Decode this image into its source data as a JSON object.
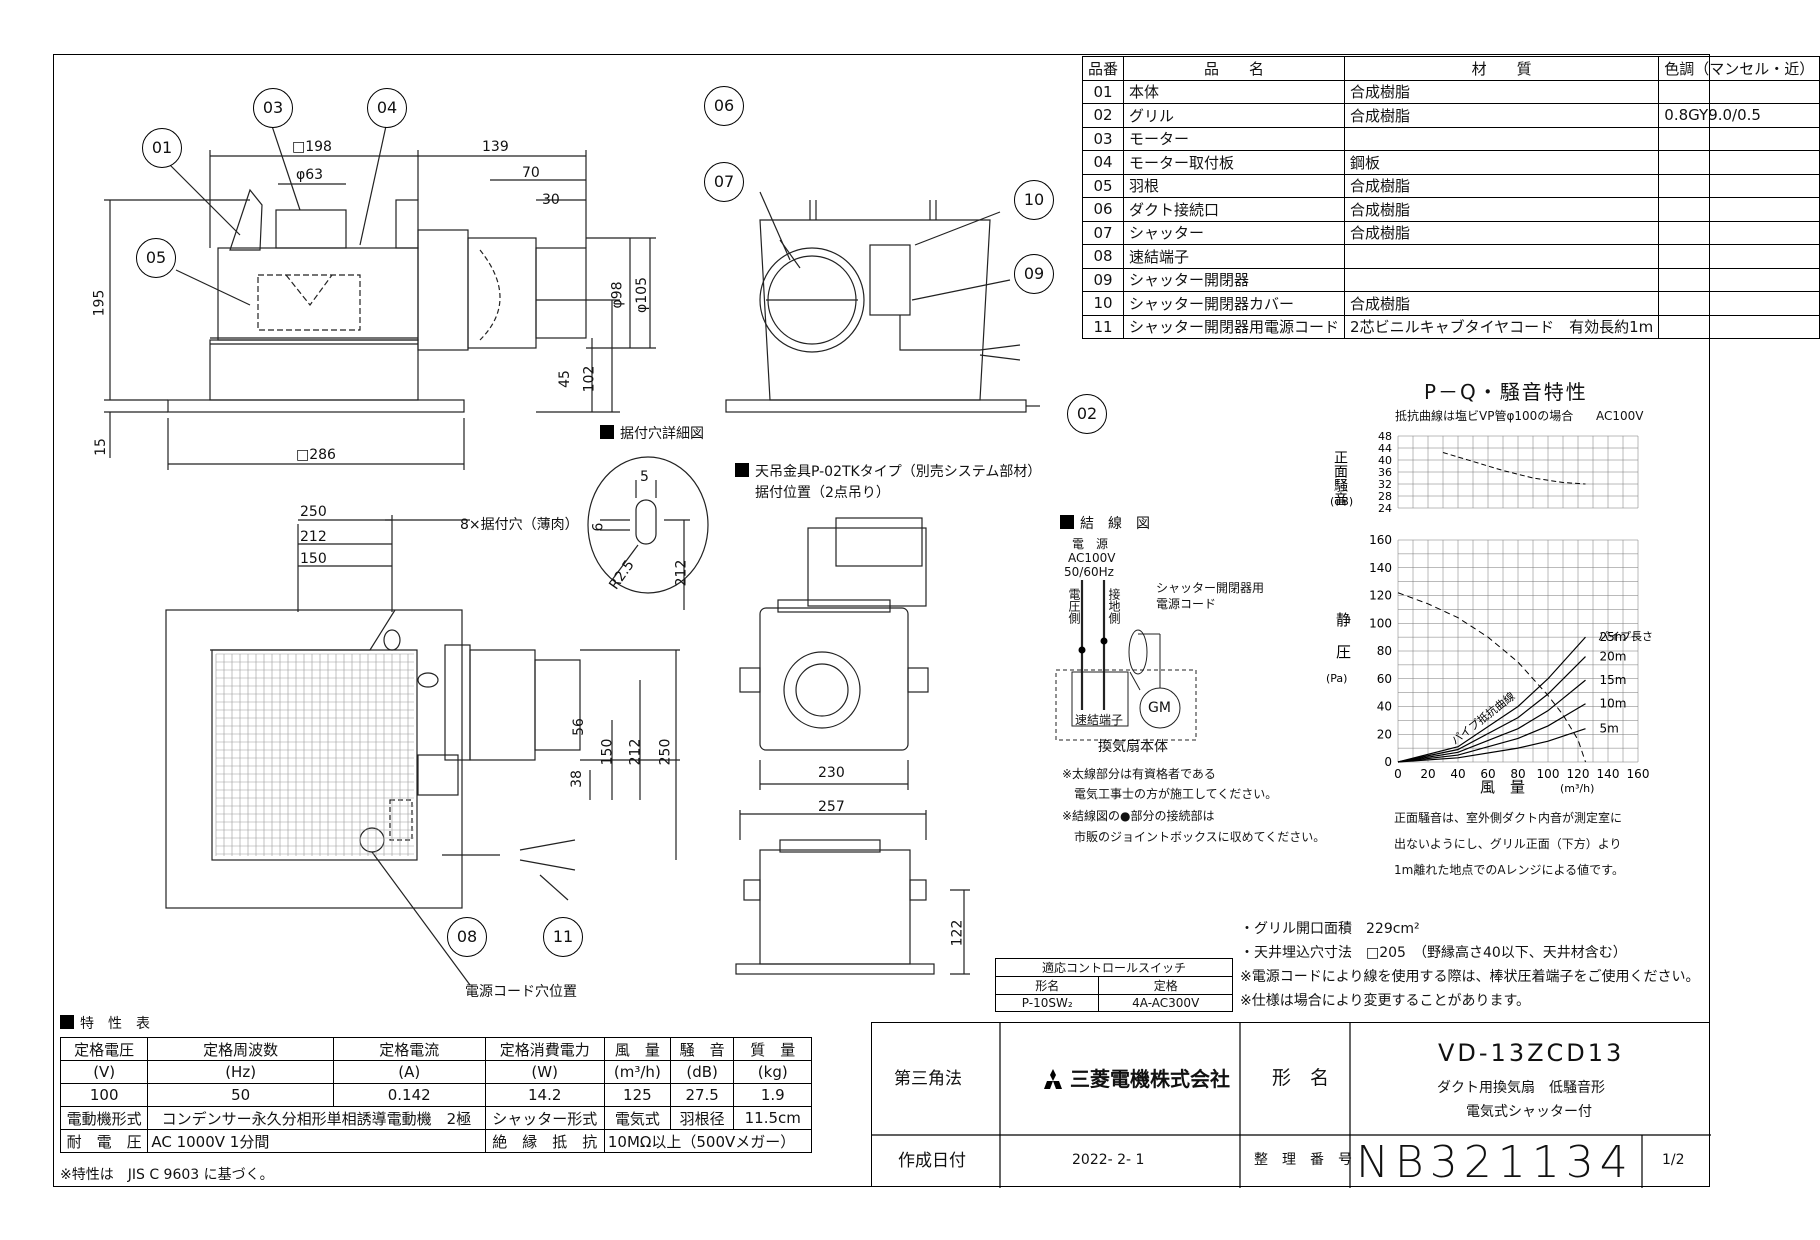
{
  "parts_table": {
    "headers": [
      "品番",
      "品　　名",
      "材　　質",
      "色調（マンセル・近）"
    ],
    "rows": [
      [
        "01",
        "本体",
        "合成樹脂",
        ""
      ],
      [
        "02",
        "グリル",
        "合成樹脂",
        "0.8GY9.0/0.5"
      ],
      [
        "03",
        "モーター",
        "",
        ""
      ],
      [
        "04",
        "モーター取付板",
        "鋼板",
        ""
      ],
      [
        "05",
        "羽根",
        "合成樹脂",
        ""
      ],
      [
        "06",
        "ダクト接続口",
        "合成樹脂",
        ""
      ],
      [
        "07",
        "シャッター",
        "合成樹脂",
        ""
      ],
      [
        "08",
        "速結端子",
        "",
        ""
      ],
      [
        "09",
        "シャッター開閉器",
        "",
        ""
      ],
      [
        "10",
        "シャッター開閉器カバー",
        "合成樹脂",
        ""
      ],
      [
        "11",
        "シャッター開閉器用電源コード",
        "2芯ビニルキャブタイヤコード　有効長約1m",
        ""
      ]
    ]
  },
  "bubbles": [
    "01",
    "02",
    "03",
    "04",
    "05",
    "06",
    "07",
    "08",
    "09",
    "10",
    "11"
  ],
  "dims_front": {
    "d198": "□198",
    "d63": "φ63",
    "d139": "139",
    "d70": "70",
    "d30": "30",
    "d195": "195",
    "d98": "φ98",
    "d105": "φ105",
    "d45": "45",
    "d102": "102",
    "d15": "15",
    "d286": "□286"
  },
  "dims_bottom": {
    "d250": "250",
    "d212": "212",
    "d150": "150",
    "holes": "8×据付穴（薄肉）",
    "v56": "56",
    "v150": "150",
    "v212": "212",
    "v250": "250",
    "v38": "38",
    "cord_hole": "電源コード穴位置"
  },
  "detail": {
    "title": "据付穴詳細図",
    "d5": "5",
    "d6": "6",
    "r": "R2.5",
    "d212": "212"
  },
  "hanger": {
    "title": "天吊金具P-02TKタイプ（別売システム部材）",
    "subtitle": "据付位置（2点吊り）",
    "d230": "230",
    "d257": "257",
    "d122": "122"
  },
  "wiring": {
    "title": "結　線　図",
    "power": [
      "電　源",
      "AC100V",
      "50/60Hz"
    ],
    "live": "電圧側",
    "ground": "接地側",
    "cord": [
      "シャッター開閉器用",
      "電源コード"
    ],
    "terminal": "速結端子",
    "motor": "GM",
    "body": "換気扇本体",
    "notes": [
      "※太線部分は有資格者である",
      "電気工事士の方が施工してください。",
      "※結線図の●部分の接続部は",
      "市販のジョイントボックスに収めてください。"
    ]
  },
  "chart_title": "P－Q・騒音特性",
  "chart_note": "抵抗曲線は塩ビVP管φ100の場合",
  "chart_voltage": "AC100V",
  "chart_data": [
    {
      "type": "line",
      "ylabel": "正面騒音",
      "yunit": "(dB)",
      "yticks": [
        "48",
        "44",
        "40",
        "36",
        "32",
        "28",
        "24"
      ],
      "ylim": [
        24,
        48
      ],
      "xlim": [
        0,
        160
      ],
      "series": [
        {
          "x": [
            30,
            50,
            70,
            90,
            110,
            125
          ],
          "y": [
            42.5,
            39.5,
            36.5,
            34,
            32.5,
            32
          ]
        }
      ]
    },
    {
      "type": "line",
      "ylabel": "静圧",
      "yunit": "(Pa)",
      "xlabel": "風　量",
      "xunit": "(m³/h)",
      "xticks": [
        "0",
        "20",
        "40",
        "60",
        "80",
        "100",
        "120",
        "140",
        "160"
      ],
      "yticks": [
        "160",
        "140",
        "120",
        "100",
        "80",
        "60",
        "40",
        "20",
        "0"
      ],
      "xlim": [
        0,
        160
      ],
      "ylim": [
        0,
        160
      ],
      "pq_curve": {
        "x": [
          0,
          20,
          40,
          60,
          80,
          100,
          110,
          120,
          125
        ],
        "y": [
          122,
          114,
          104,
          90,
          72,
          48,
          34,
          16,
          0
        ]
      },
      "pipe_label": "パイプ長さ",
      "resistance_label": "パイプ抵抗曲線",
      "series": [
        {
          "name": "25m",
          "x": [
            0,
            40,
            80,
            100,
            125
          ],
          "y": [
            0,
            11,
            40,
            60,
            90
          ]
        },
        {
          "name": "20m",
          "x": [
            0,
            40,
            80,
            100,
            125
          ],
          "y": [
            0,
            9,
            32,
            49,
            76
          ]
        },
        {
          "name": "15m",
          "x": [
            0,
            40,
            80,
            100,
            125
          ],
          "y": [
            0,
            7,
            24,
            37,
            59
          ]
        },
        {
          "name": "10m",
          "x": [
            0,
            40,
            80,
            100,
            125
          ],
          "y": [
            0,
            5,
            17,
            26,
            42
          ]
        },
        {
          "name": "5m",
          "x": [
            0,
            40,
            80,
            100,
            125
          ],
          "y": [
            0,
            3,
            10,
            15,
            24
          ]
        }
      ]
    }
  ],
  "noise_note": [
    "正面騒音は、室外側ダクト内音が測定室に",
    "出ないようにし、グリル正面（下方）より",
    "1m離れた地点でのAレンジによる値です。"
  ],
  "general_notes": [
    "・グリル開口面積　229cm²",
    "・天井埋込穴寸法　□205　（野縁高さ40以下、天井材含む）",
    "※電源コードにより線を使用する際は、棒状圧着端子をご使用ください。",
    "※仕様は場合により変更することがあります。"
  ],
  "switch_table": {
    "title": "適応コントロールスイッチ",
    "headers": [
      "形名",
      "定格"
    ],
    "row": [
      "P-10SW₂",
      "4A-AC300V"
    ]
  },
  "specs": {
    "title": "特　性　表",
    "headers": [
      "定格電圧\n(V)",
      "定格周波数\n(Hz)",
      "定格電流\n(A)",
      "定格消費電力\n(W)",
      "風　量\n(m³/h)",
      "騒　音\n(dB)",
      "質　量\n(kg)"
    ],
    "h1": [
      "定格電圧",
      "定格周波数",
      "定格電流",
      "定格消費電力",
      "風　量",
      "騒　音",
      "質　量"
    ],
    "h2": [
      "(V)",
      "(Hz)",
      "(A)",
      "(W)",
      "(m³/h)",
      "(dB)",
      "(kg)"
    ],
    "values": [
      "100",
      "50",
      "0.142",
      "14.2",
      "125",
      "27.5",
      "1.9"
    ],
    "motor_label": "電動機形式",
    "motor_value": "コンデンサー永久分相形単相誘導電動機　2極",
    "shutter_label": "シャッター形式",
    "shutter_value": "電気式",
    "blade_label": "羽根径",
    "blade_value": "11.5cm",
    "voltage_label": "耐　電　圧",
    "voltage_value": "AC 1000V 1分間",
    "insul_label": "絶　縁　抵　抗",
    "insul_value": "10MΩ以上（500Vメガー）",
    "footnote": "※特性は　JIS C 9603 に基づく。"
  },
  "title_block": {
    "projection": "第三角法",
    "company": "三菱電機株式会社",
    "model_label": "形　名",
    "model": "VD-13ZCD13",
    "desc1": "ダクト用換気扇　低騒音形",
    "desc2": "電気式シャッター付",
    "date_label": "作成日付",
    "date": "2022- 2- 1",
    "doc_label": "整　理　番　号",
    "doc_no": "NB321134",
    "page": "1/2"
  }
}
